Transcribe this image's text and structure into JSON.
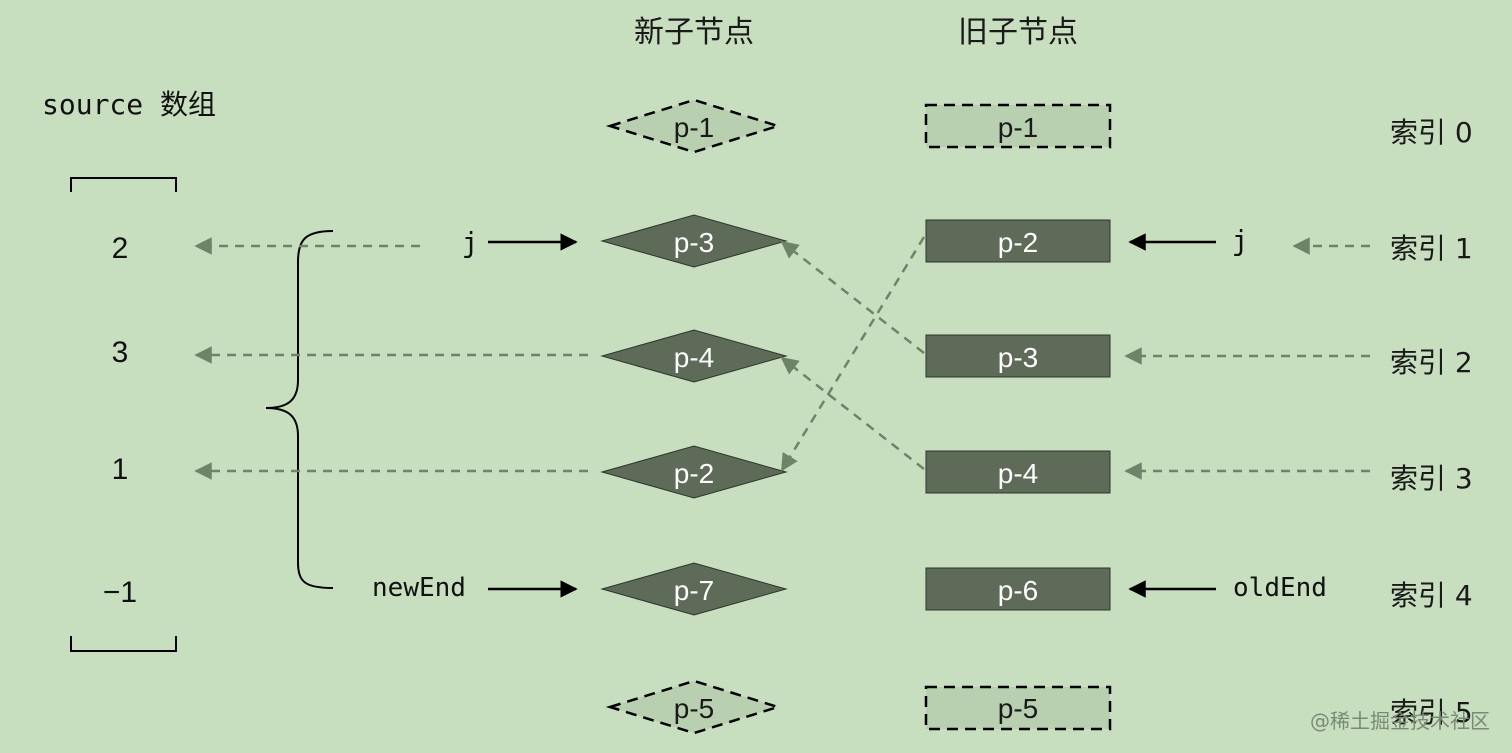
{
  "headers": {
    "new_children": "新子节点",
    "old_children": "旧子节点"
  },
  "source_label": "source 数组",
  "source_values": [
    "2",
    "3",
    "1",
    "−1"
  ],
  "new_nodes": [
    "p-1",
    "p-3",
    "p-4",
    "p-2",
    "p-7",
    "p-5"
  ],
  "old_nodes": [
    "p-1",
    "p-2",
    "p-3",
    "p-4",
    "p-6",
    "p-5"
  ],
  "index_labels": [
    "索引 0",
    "索引 1",
    "索引 2",
    "索引 3",
    "索引 4",
    "索引 5"
  ],
  "pointers": {
    "j_new": "j",
    "j_old": "j",
    "new_end": "newEnd",
    "old_end": "oldEnd"
  },
  "watermark": "@稀土掘金技术社区",
  "colors": {
    "background": "#c8dfbf",
    "node_fill": "#5e6b58",
    "placeholder_fill": "#b8d0b0",
    "dashed_arrow": "#6e8468",
    "solid_arrow": "#000000"
  }
}
